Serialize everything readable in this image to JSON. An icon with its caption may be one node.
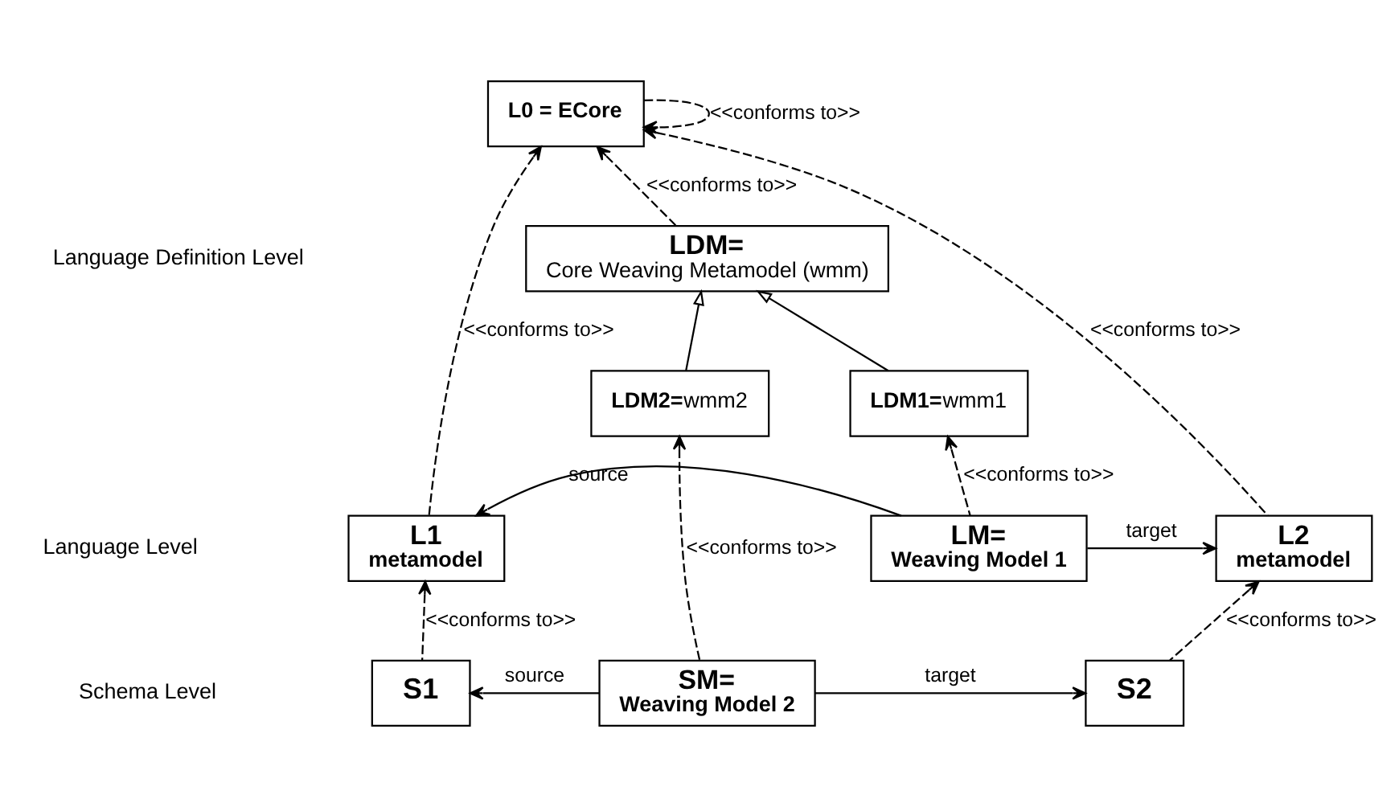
{
  "diagram": {
    "nodes": [
      {
        "text": [
          "L0 = ECore"
        ]
      },
      {
        "text": [
          "LDM=",
          "Core Weaving Metamodel (wmm)"
        ]
      },
      {
        "text": [
          "**LDM1=**wmm1"
        ]
      },
      {
        "text": [
          "**LDM2=**wmm2"
        ]
      },
      {
        "text": [
          "L1",
          "metamodel"
        ]
      },
      {
        "text": [
          "LM=",
          "Weaving Model 1"
        ]
      },
      {
        "text": [
          "L2",
          "metamodel"
        ]
      },
      {
        "text": [
          "S1"
        ]
      },
      {
        "text": [
          "SM=",
          "Weaving Model 2"
        ]
      },
      {
        "text": [
          "S2"
        ]
      }
    ],
    "edges": [
      {
        "from": 0,
        "to": 0,
        "arrow": "to",
        "style": "dashed",
        "label": "<<conforms to>>"
      },
      {
        "from": 4,
        "to": 0,
        "arrow": "to",
        "style": "dashed",
        "label": "<<conforms to>>"
      },
      {
        "from": 1,
        "to": 0,
        "arrow": "to",
        "style": "dashed",
        "label": "<<conforms to>>"
      },
      {
        "from": 6,
        "to": 0,
        "arrow": "to",
        "style": "dashed",
        "label": "<<conforms to>>"
      },
      {
        "from": 2,
        "to": 1,
        "arrow": "to"
      },
      {
        "from": 3,
        "to": 1,
        "arrow": "to"
      },
      {
        "from": 5,
        "to": 2,
        "arrow": "to",
        "style": "dashed",
        "label": "<<conforms to>>"
      },
      {
        "from": 5,
        "to": 4,
        "arrow": "to",
        "label": "source"
      },
      {
        "from": 5,
        "to": 6,
        "arrow": "to",
        "label": "target"
      },
      {
        "from": 7,
        "to": 4,
        "arrow": "to",
        "style": "dashed",
        "label": "<<conforms to>>"
      },
      {
        "from": 8,
        "to": 3,
        "arrow": "to",
        "style": "dashed",
        "label": "<<conforms to>>"
      },
      {
        "from": 8,
        "to": 7,
        "arrow": "to",
        "label": "source"
      },
      {
        "from": 8,
        "to": 9,
        "arrow": "to",
        "label": "target"
      },
      {
        "from": 9,
        "to": 6,
        "arrow": "to",
        "style": "dashed",
        "label": "<<conforms to>>"
      }
    ],
    "labels": [
      "Language Definition Level",
      "Language Level",
      "Schema Level"
    ]
  }
}
